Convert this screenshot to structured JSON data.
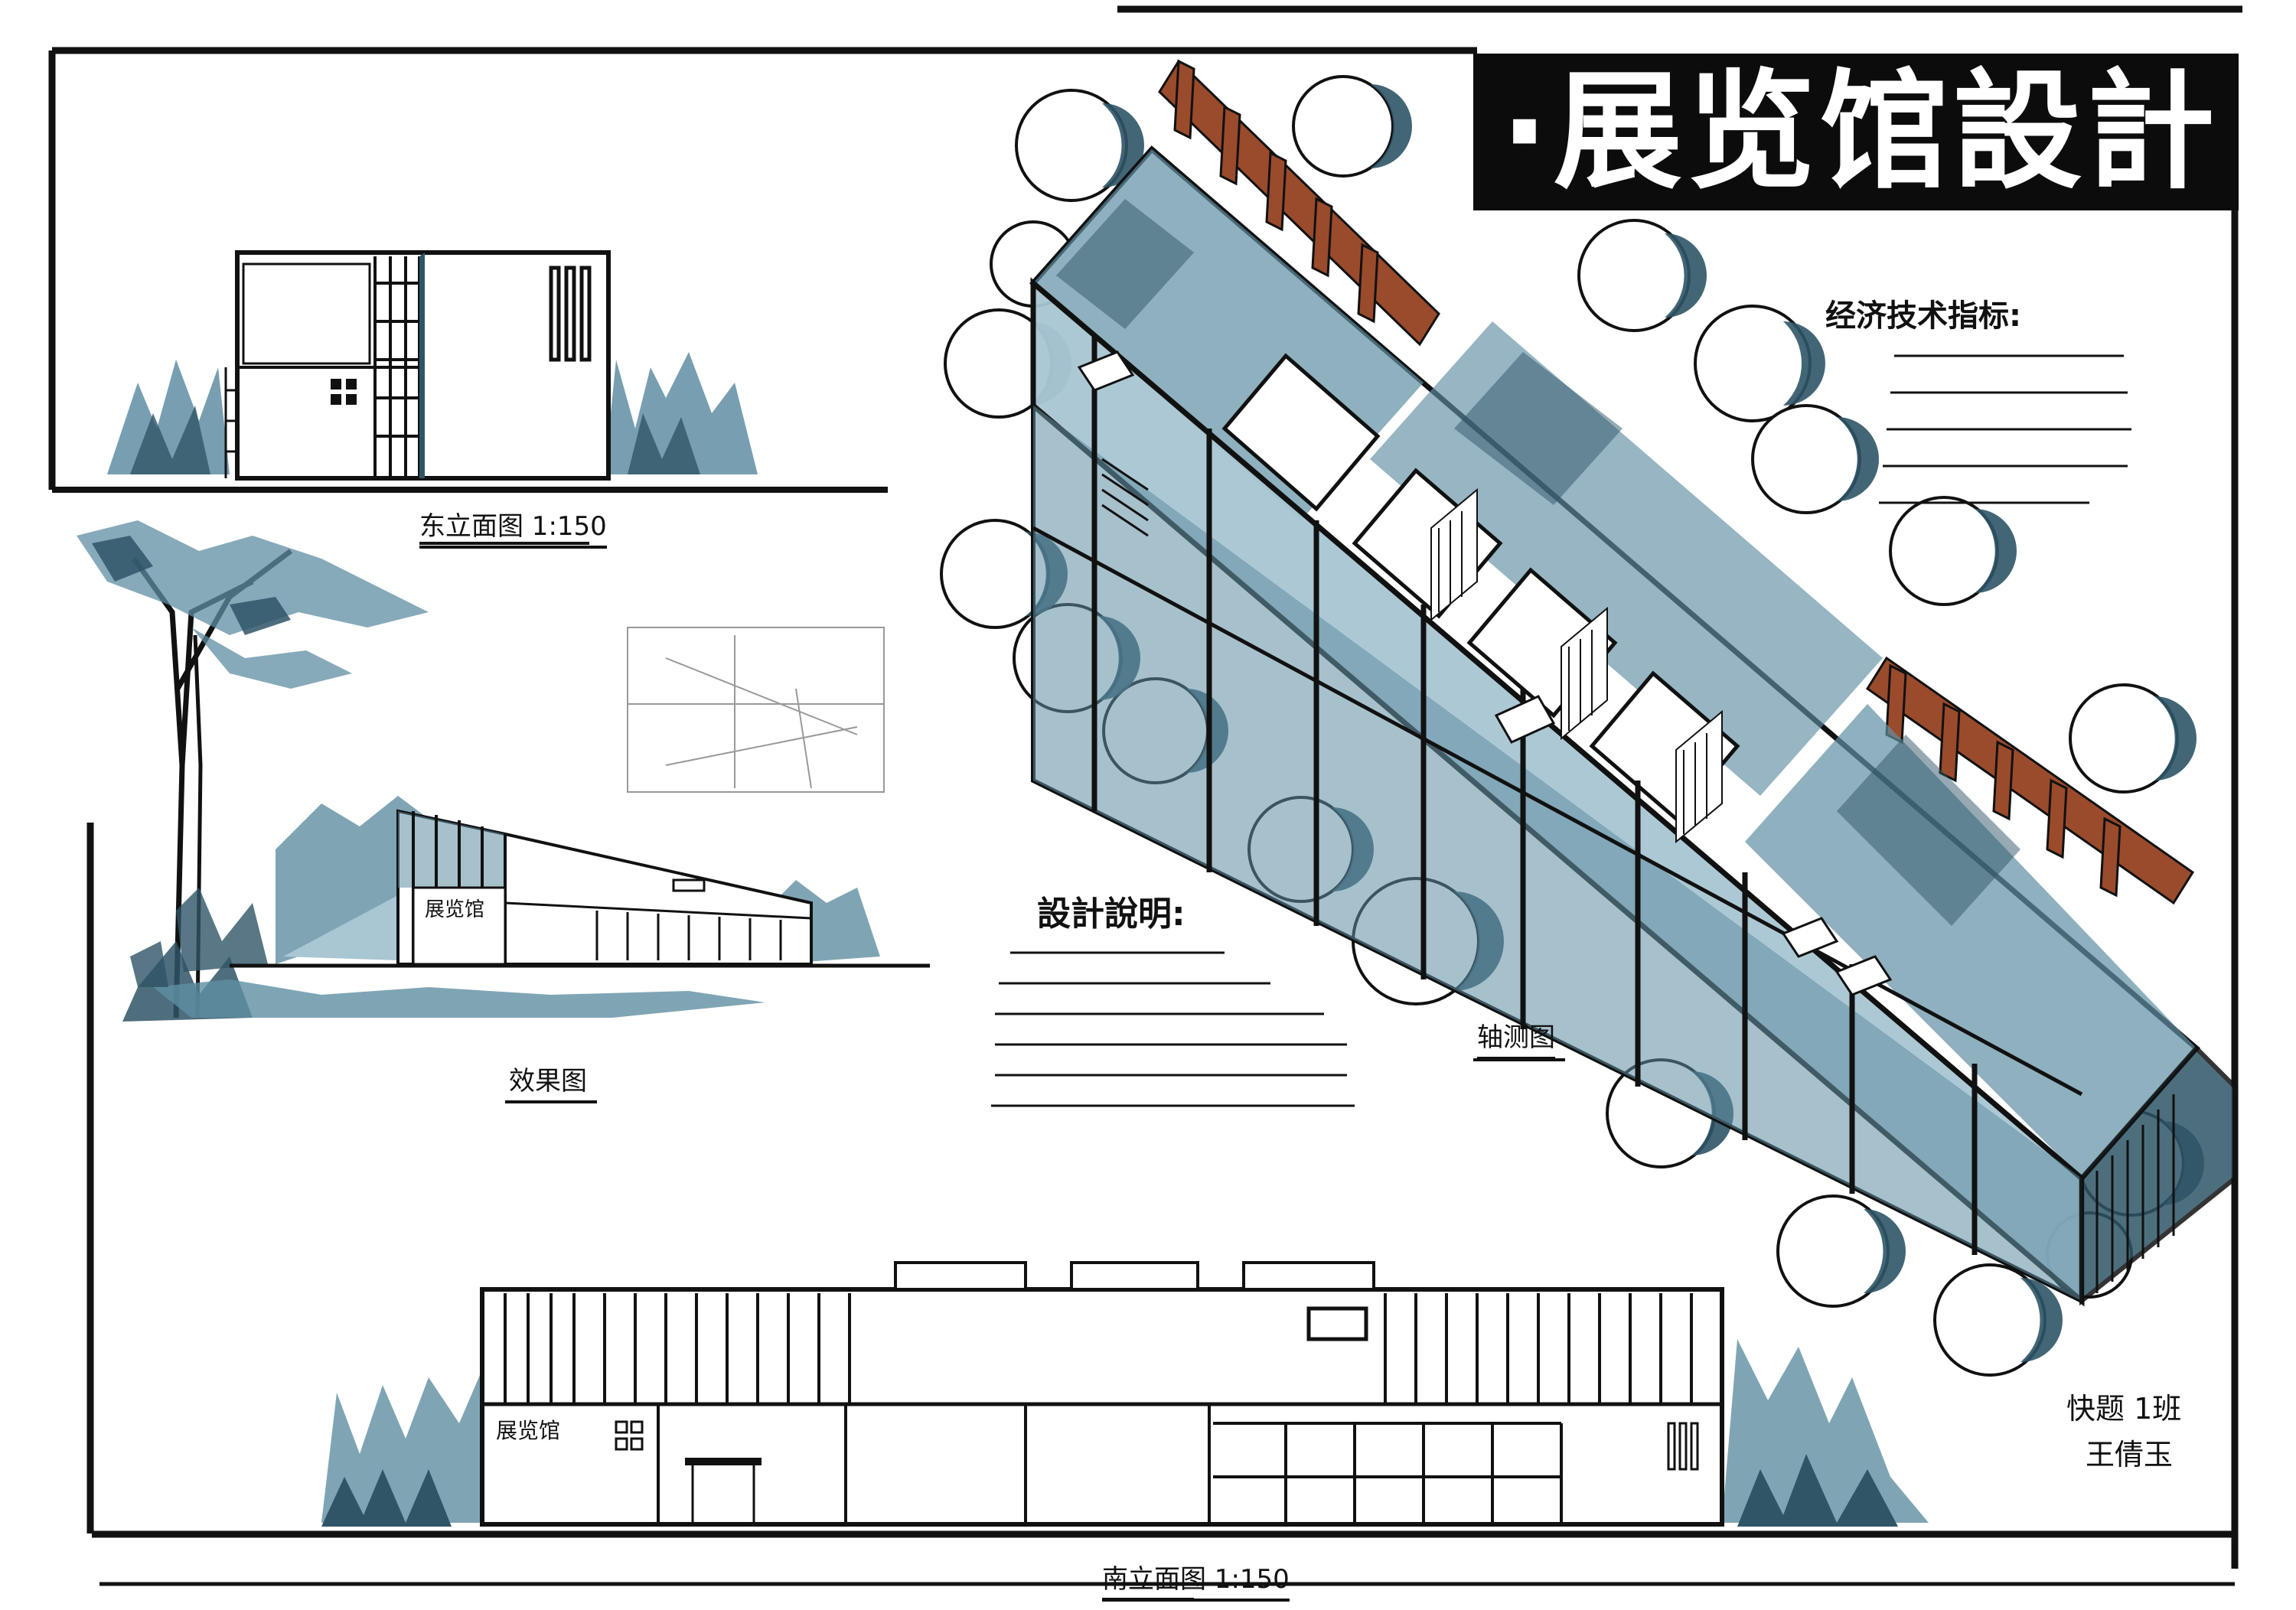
{
  "title": "·展览馆設計",
  "labels": {
    "east_elevation": "东立面图 1:150",
    "rendering": "效果图",
    "axonometric": "轴测图",
    "south_elevation": "南立面图 1:150",
    "design_notes": "設計說明:",
    "tech_indicators": "经济技术指标:",
    "sign_small": "展览馆",
    "sign_south": "展览馆",
    "class_name": "快题 1班",
    "author": "王倩玉"
  },
  "colors": {
    "ink": "#111111",
    "marker_blue": "#5f8ea3",
    "marker_dark": "#2f5567",
    "marker_light": "#a9c6d3",
    "pergola_brown": "#9a4b2c",
    "title_band": "#0c0c0c"
  }
}
